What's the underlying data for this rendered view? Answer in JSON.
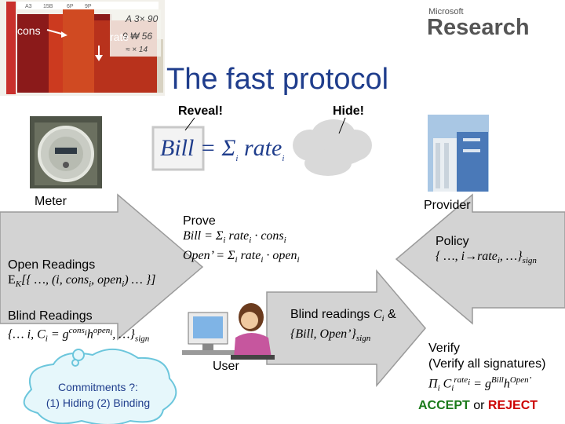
{
  "title": "The fast protocol",
  "thumbnail": {
    "tabs": [
      "A3",
      "15B",
      "6P",
      "9P"
    ],
    "cons_label": "cons",
    "rate_label": "rate"
  },
  "logo": {
    "line1": "Microsoft",
    "line2": "Research"
  },
  "labels": {
    "reveal": "Reveal!",
    "hide": "Hide!",
    "meter": "Meter",
    "provider": "Provider",
    "user": "User"
  },
  "bill_formula": {
    "lhs": "Bill",
    "eq": " = Σ",
    "sub_i": "i",
    "rate": " rate",
    "sub_i2": "i"
  },
  "prove": {
    "heading": "Prove",
    "line1_a": "Bill = Σ",
    "line1_sub": "i",
    "line1_b": " rate",
    "line1_sub2": "i",
    "line1_c": " · cons",
    "line1_sub3": "i",
    "line2_a": "Open’ = Σ",
    "line2_sub": "i",
    "line2_b": " rate",
    "line2_sub2": "i",
    "line2_c": " · open",
    "line2_sub3": "i"
  },
  "policy": {
    "heading": "Policy",
    "line_a": "{ …, i",
    "arrow": "→",
    "line_b": "rate",
    "line_sub": "i",
    "line_c": ", …}",
    "line_sub2": "sign"
  },
  "open_readings": {
    "heading": "Open Readings",
    "e": "E",
    "e_sub": "K",
    "body_a": "[{ …, (i, cons",
    "sub1": "i",
    "body_b": ", open",
    "sub2": "i",
    "body_c": ") … }]"
  },
  "blind_readings": {
    "heading": "Blind Readings",
    "a": "{… i, C",
    "sub1": "i",
    "b": " = g",
    "sup1": "cons",
    "sup1_sub": "i",
    "c": "h",
    "sup2": "open",
    "sup2_sub": "i",
    "d": ", …}",
    "sub2": "sign"
  },
  "blind_commit": {
    "line1_a": "Blind readings ",
    "c": "C",
    "c_sub": "i",
    "line1_b": " &",
    "line2_a": "{Bill, Open’}",
    "line2_sub": "sign"
  },
  "verify": {
    "line1": "Verify",
    "line2": "(Verify all signatures)",
    "pi": "Π",
    "pi_sub": "i",
    "c": " C",
    "c_sub": "i",
    "rate_sup": "rate",
    "rate_sup_sub": "i",
    "eq": " = g",
    "bill_sup": "Bill",
    "h": "h",
    "open_sup": "Open’"
  },
  "decision": {
    "accept": "ACCEPT",
    "or": " or ",
    "reject": "REJECT"
  },
  "cloud": {
    "line1": "Commitments ?:",
    "line2": "(1) Hiding (2) Binding"
  },
  "colors": {
    "title": "#1f3d8c",
    "arrow_fill": "#d3d3d3",
    "arrow_stroke": "#9a9a9a",
    "accept": "#1a7a1a",
    "reject": "#cc0000",
    "cloud_fill": "#e6f7fb",
    "cloud_stroke": "#6cc6dc"
  }
}
